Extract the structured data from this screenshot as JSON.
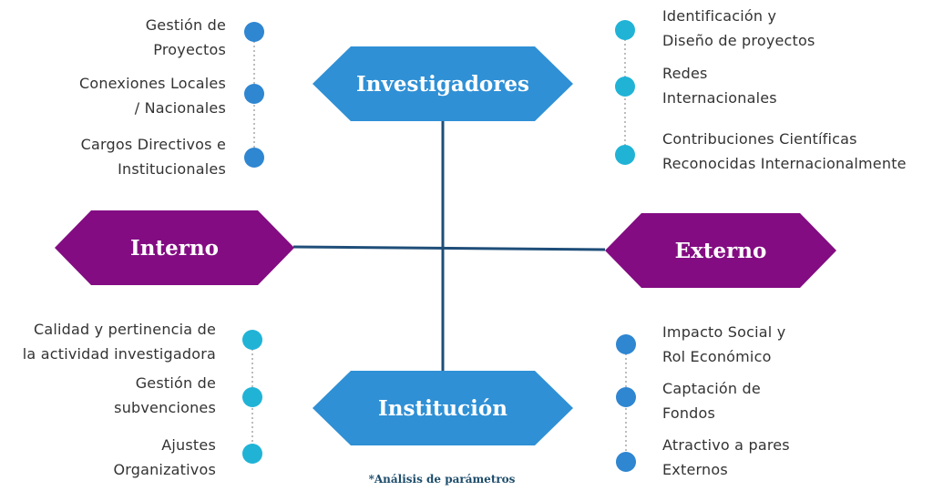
{
  "colors": {
    "blue_hex": "#2f90d5",
    "purple_hex": "#830c82",
    "axis_line": "#1f4e79",
    "dot_blue": "#2f86d1",
    "dot_cyan": "#20b3d6",
    "dot_connector": "#bdbdbd"
  },
  "nodes": {
    "top": "Investigadores",
    "left": "Interno",
    "right": "Externo",
    "bottom": "Institución"
  },
  "quadrants": {
    "top_left": [
      {
        "lines": [
          "Gestión de",
          "Proyectos"
        ]
      },
      {
        "lines": [
          "Conexiones Locales",
          "/ Nacionales"
        ]
      },
      {
        "lines": [
          "Cargos Directivos e",
          "Institucionales"
        ]
      }
    ],
    "top_right": [
      {
        "lines": [
          "Identificación y",
          "Diseño de proyectos"
        ]
      },
      {
        "lines": [
          "Redes",
          "Internacionales"
        ]
      },
      {
        "lines": [
          "Contribuciones Científicas",
          "Reconocidas Internacionalmente"
        ]
      }
    ],
    "bottom_left": [
      {
        "lines": [
          "Calidad y pertinencia de",
          "la actividad investigadora"
        ]
      },
      {
        "lines": [
          "Gestión de",
          "subvenciones"
        ]
      },
      {
        "lines": [
          "Ajustes",
          "Organizativos"
        ]
      }
    ],
    "bottom_right": [
      {
        "lines": [
          "Impacto Social y",
          "Rol Económico"
        ]
      },
      {
        "lines": [
          "Captación de",
          "Fondos"
        ]
      },
      {
        "lines": [
          "Atractivo a pares",
          "Externos"
        ]
      }
    ]
  },
  "footnote": "*Análisis de parámetros"
}
